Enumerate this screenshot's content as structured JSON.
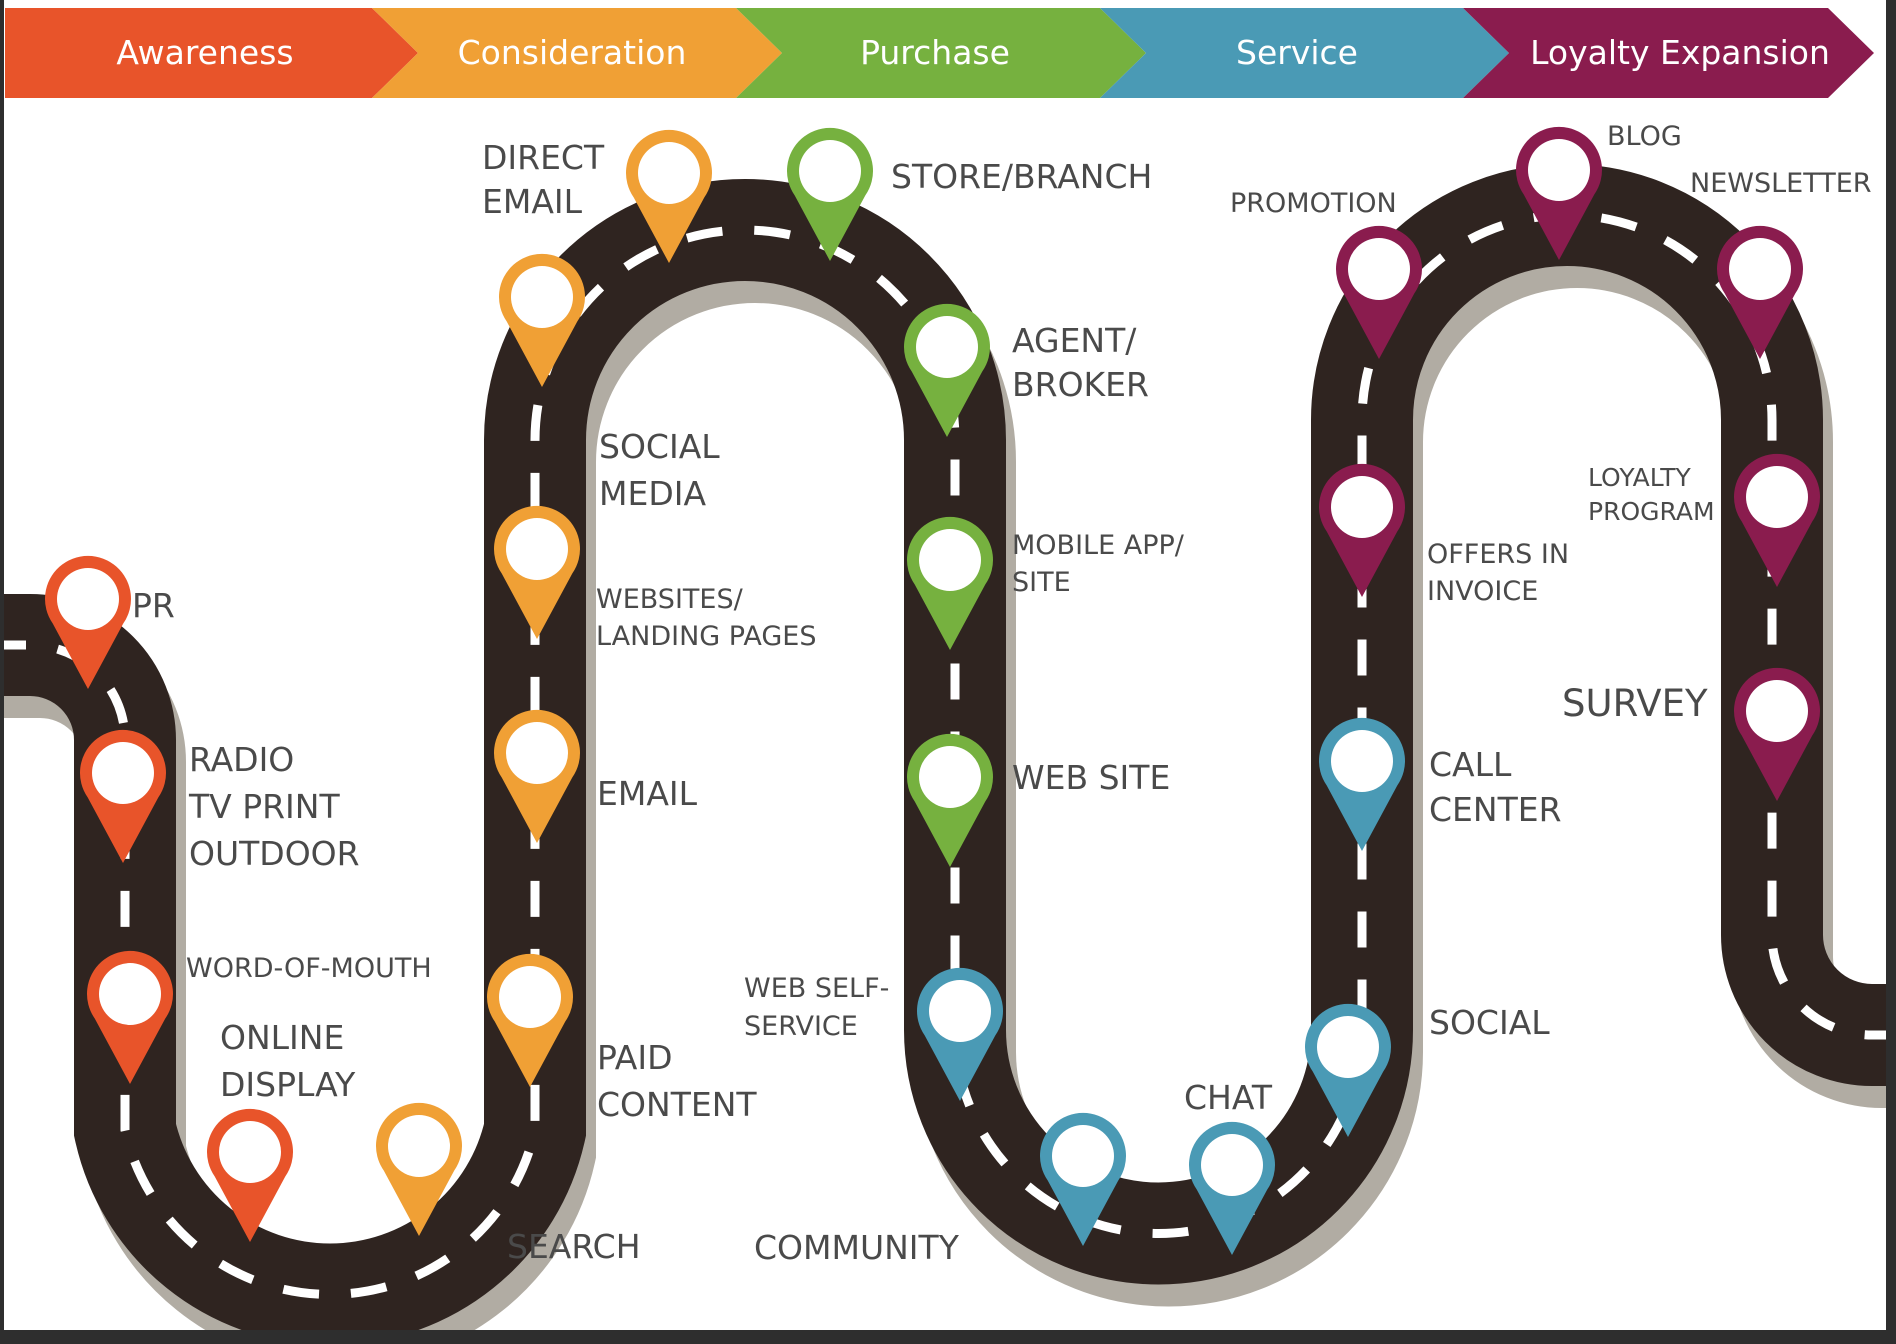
{
  "colors": {
    "awareness": "#e8542a",
    "consideration": "#f0a035",
    "purchase": "#76b13f",
    "service": "#4a9ab5",
    "loyalty": "#8a1c4e",
    "road": "#2f2420",
    "road_shadow": "#b1aca3",
    "dash": "#ffffff"
  },
  "stages": [
    {
      "label": "Awareness",
      "color": "#e8542a"
    },
    {
      "label": "Consideration",
      "color": "#f0a035"
    },
    {
      "label": "Purchase",
      "color": "#76b13f"
    },
    {
      "label": "Service",
      "color": "#4a9ab5"
    },
    {
      "label": "Loyalty Expansion",
      "color": "#8a1c4e"
    }
  ],
  "touchpoints": [
    {
      "id": "pr",
      "lines": [
        "PR"
      ],
      "stage": "awareness"
    },
    {
      "id": "radio-tv",
      "lines": [
        "RADIO",
        "TV PRINT",
        "OUTDOOR"
      ],
      "stage": "awareness"
    },
    {
      "id": "word-of-mouth",
      "lines": [
        "WORD-OF-MOUTH"
      ],
      "stage": "awareness"
    },
    {
      "id": "online-display",
      "lines": [
        "ONLINE",
        "DISPLAY"
      ],
      "stage": "awareness"
    },
    {
      "id": "search",
      "lines": [
        "SEARCH"
      ],
      "stage": "consideration"
    },
    {
      "id": "paid-content",
      "lines": [
        "PAID",
        "CONTENT"
      ],
      "stage": "consideration"
    },
    {
      "id": "email",
      "lines": [
        "EMAIL"
      ],
      "stage": "consideration"
    },
    {
      "id": "websites",
      "lines": [
        "WEBSITES/",
        "LANDING PAGES"
      ],
      "stage": "consideration"
    },
    {
      "id": "social-media",
      "lines": [
        "SOCIAL",
        "MEDIA"
      ],
      "stage": "consideration"
    },
    {
      "id": "direct-email",
      "lines": [
        "DIRECT",
        "EMAIL"
      ],
      "stage": "consideration"
    },
    {
      "id": "store-branch",
      "lines": [
        "STORE/BRANCH"
      ],
      "stage": "purchase"
    },
    {
      "id": "agent-broker",
      "lines": [
        "AGENT/",
        "BROKER"
      ],
      "stage": "purchase"
    },
    {
      "id": "mobile-app",
      "lines": [
        "MOBILE APP/",
        "SITE"
      ],
      "stage": "purchase"
    },
    {
      "id": "web-site",
      "lines": [
        "WEB SITE"
      ],
      "stage": "purchase"
    },
    {
      "id": "web-self-service",
      "lines": [
        "WEB SELF-",
        "SERVICE"
      ],
      "stage": "service"
    },
    {
      "id": "community",
      "lines": [
        "COMMUNITY"
      ],
      "stage": "service"
    },
    {
      "id": "chat",
      "lines": [
        "CHAT"
      ],
      "stage": "service"
    },
    {
      "id": "social",
      "lines": [
        "SOCIAL"
      ],
      "stage": "service"
    },
    {
      "id": "call-center",
      "lines": [
        "CALL",
        "CENTER"
      ],
      "stage": "service"
    },
    {
      "id": "offers-invoice",
      "lines": [
        "OFFERS IN",
        "INVOICE"
      ],
      "stage": "loyalty"
    },
    {
      "id": "promotion",
      "lines": [
        "PROMOTION"
      ],
      "stage": "loyalty"
    },
    {
      "id": "blog",
      "lines": [
        "BLOG"
      ],
      "stage": "loyalty"
    },
    {
      "id": "newsletter",
      "lines": [
        "NEWSLETTER"
      ],
      "stage": "loyalty"
    },
    {
      "id": "loyalty-program",
      "lines": [
        "LOYALTY",
        "PROGRAM"
      ],
      "stage": "loyalty"
    },
    {
      "id": "survey",
      "lines": [
        "SURVEY"
      ],
      "stage": "loyalty"
    }
  ]
}
